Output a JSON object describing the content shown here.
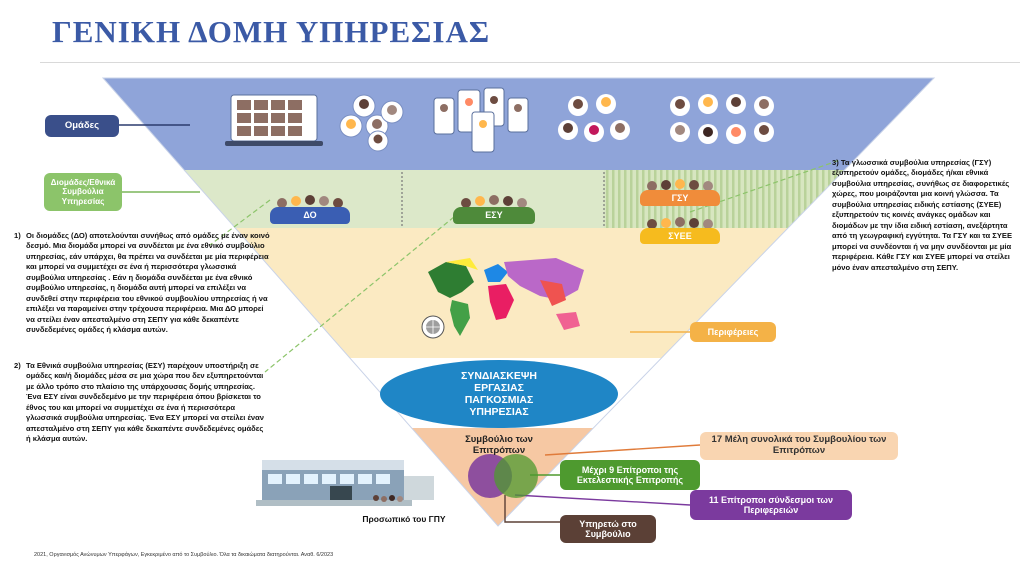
{
  "title": "ΓΕΝΙΚΗ ΔΟΜΗ ΥΠΗΡΕΣΙΑΣ",
  "labels": {
    "groups": "Ομάδες",
    "dn_nsa": "Διομάδες/Εθνικά Συμβούλια Υπηρεσίας",
    "do": "ΔΟ",
    "esy": "ΕΣΥ",
    "gsy": "ΓΣΥ",
    "syee": "ΣΥΕΕ",
    "regions": "Περιφέρειες",
    "conference": "ΣΥΝΔΙΑΣΚΕΨΗ ΕΡΓΑΣΙΑΣ ΠΑΓΚΟΣΜΙΑΣ ΥΠΗΡΕΣΙΑΣ",
    "board": "Συμβούλιο των Επιτρόπων",
    "members17": "17 Μέλη συνολικά του Συμβουλίου των Επιτρόπων",
    "exec9": "Μέχρι 9 Επίτροποι της Εκτελεστικής Επιτροπής",
    "liaison11": "11 Επίτροποι σύνδεσμοι των Περιφερειών",
    "serve": "Υπηρετώ στο Συμβούλιο",
    "staff": "Προσωπικό του ΓΠΥ"
  },
  "notes": {
    "n1_num": "1)",
    "n1": "Οι διομάδες (ΔΟ) αποτελούνται συνήθως από ομάδες με έναν κοινό δεσμό. Μια διομάδα μπορεί να συνδέεται με ένα εθνικό συμβούλιο υπηρεσίας, εάν υπάρχει, θα πρέπει να συνδέεται με μία περιφέρεια και μπορεί να συμμετέχει σε ένα ή περισσότερα γλωσσικά συμβούλια υπηρεσίας . Εάν η διομάδα συνδέεται με ένα εθνικό συμβούλιο υπηρεσίας, η διομάδα αυτή μπορεί να επιλέξει να συνδεθεί στην περιφέρεια του εθνικού συμβουλίου υπηρεσίας ή να επιλέξει να παραμείνει στην τρέχουσα περιφέρεια. Μια ΔΟ μπορεί να στείλει έναν απεσταλμένο στη ΣΕΠΥ για κάθε δεκαπέντε συνδεδεμένες ομάδες ή κλάσμα αυτών.",
    "n2_num": "2)",
    "n2": "Τα Εθνικά συμβούλια υπηρεσίας (ΕΣΥ) παρέχουν υποστήριξη σε ομάδες και/ή διομάδες μέσα σε μια χώρα που δεν εξυπηρετούνται με άλλο τρόπο στο πλαίσιο της υπάρχουσας δομής υπηρεσίας. Ένα ΕΣΥ είναι συνδεδεμένο με την περιφέρεια όπου βρίσκεται το έθνος του και μπορεί να συμμετέχει σε ένα ή περισσότερα γλωσσικά συμβούλια υπηρεσίας. Ένα ΕΣΥ μπορεί να στείλει έναν απεσταλμένο στη ΣΕΠΥ για κάθε δεκαπέντε συνδεδεμένες ομάδες ή κλάσμα αυτών.",
    "n3": "3) Τα γλωσσικά συμβούλια υπηρεσίας (ΓΣΥ) εξυπηρετούν ομάδες, διομάδες ή/και εθνικά συμβούλια υπηρεσίας, συνήθως σε διαφορετικές χώρες, που μοιράζονται μια κοινή γλώσσα. Τα συμβούλια υπηρεσίας ειδικής εστίασης (ΣΥΕΕ) εξυπηρετούν τις κοινές ανάγκες ομάδων και διομάδων με την ίδια ειδική εστίαση, ανεξάρτητα από τη γεωγραφική εγγύτητα. Τα ΓΣΥ και τα ΣΥΕΕ μπορεί να συνδέονται ή να μην συνδέονται με μία περιφέρεια. Κάθε ΓΣΥ και ΣΥΕΕ μπορεί να στείλει μόνο έναν απεσταλμένο στη ΣΕΠΥ."
  },
  "footer": "2021, Οργανισμός Ανώνυμων Υπερφάγων, Εγκεκριμένο από το Συμβούλιο. Όλα τα δικαιώματα διατηρούνται. Αναθ. 6/2023",
  "colors": {
    "title": "#3b5aa6",
    "groups_band": "#8fa4d9",
    "groups_label": "#3a4f8a",
    "dn_band": "#dce8c9",
    "dn_label": "#8cc46a",
    "regions_band": "#fbeac2",
    "regions_label": "#f4b247",
    "conference": "#1f86c6",
    "board_band": "#f6c8a3",
    "gsy_orange": "#f08c3a",
    "syee_yellow": "#f6bb1e",
    "do_blue": "#3a5eb3",
    "esy_green": "#4e8a3a",
    "exec_green": "#4e9a2f",
    "liaison_purple": "#7b3a9e",
    "serve_brown": "#5b4036",
    "members_peach": "#f9d5b1"
  },
  "icons": [
    "video-call-icon",
    "people-circle-icon",
    "phone-meeting-icon",
    "group-faces-icon",
    "crowd-faces-icon",
    "world-map-icon",
    "globe-seal-icon",
    "building-icon"
  ]
}
